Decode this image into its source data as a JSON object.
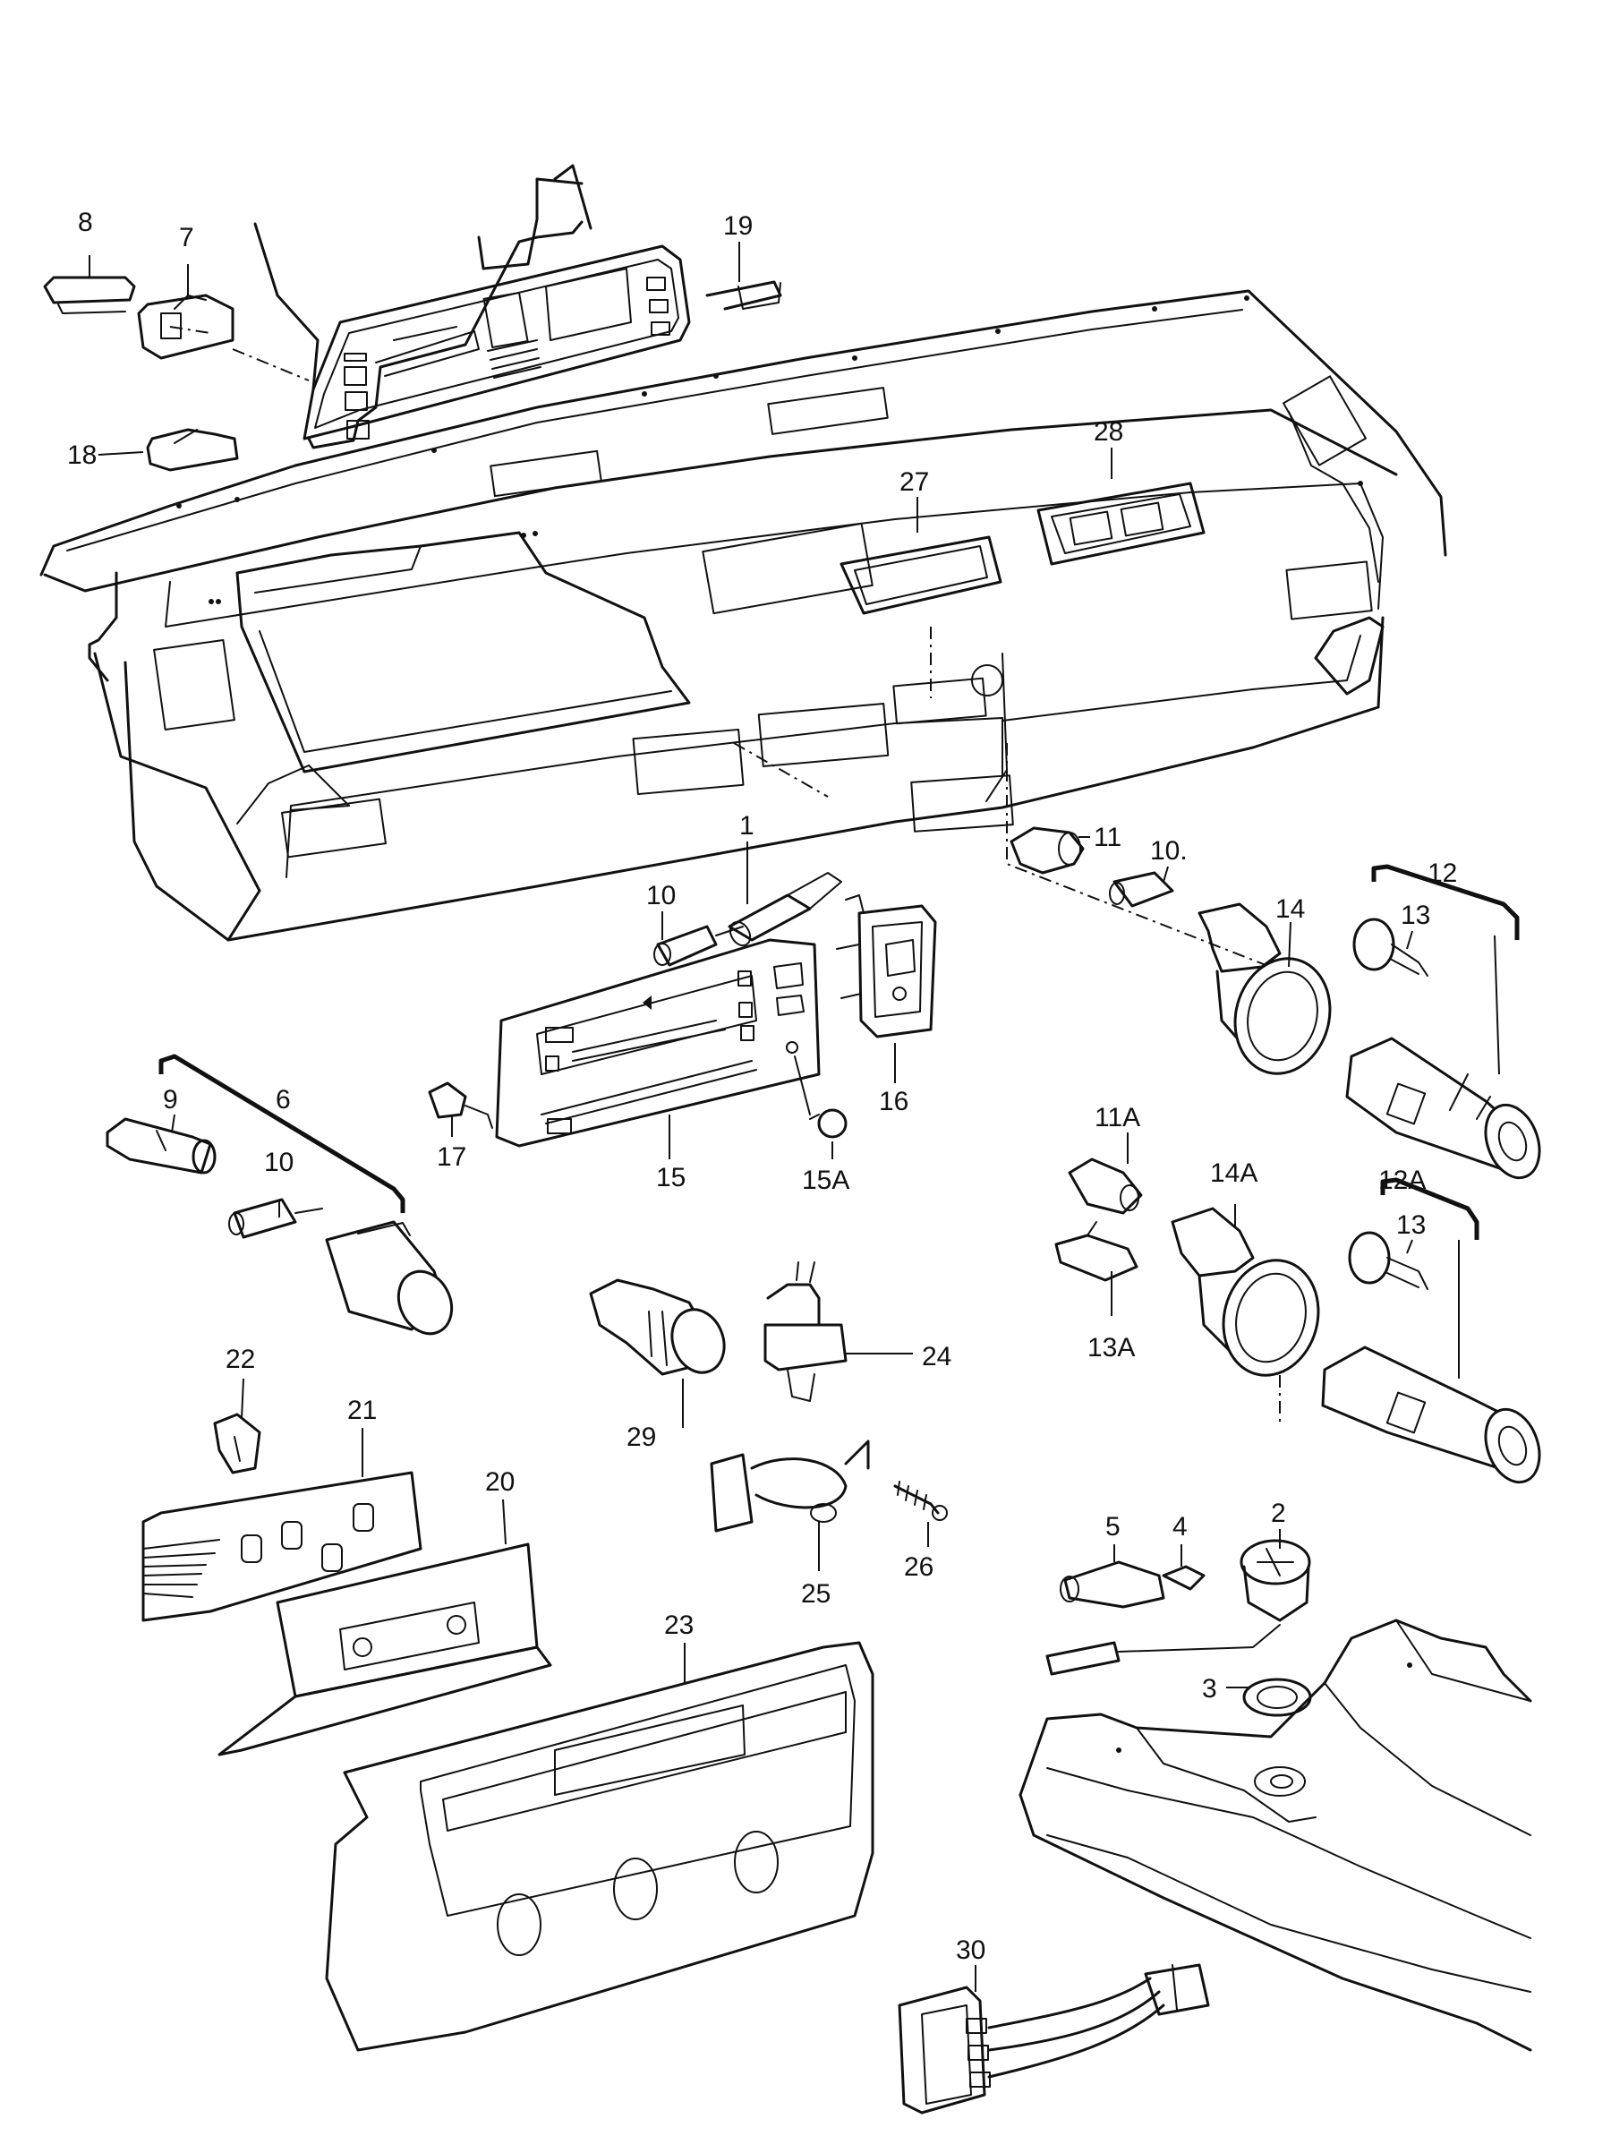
{
  "diagram": {
    "callouts": [
      {
        "id": "8",
        "label": "8"
      },
      {
        "id": "7",
        "label": "7"
      },
      {
        "id": "19",
        "label": "19"
      },
      {
        "id": "18",
        "label": "18"
      },
      {
        "id": "28",
        "label": "28"
      },
      {
        "id": "27",
        "label": "27"
      },
      {
        "id": "11",
        "label": "11"
      },
      {
        "id": "10a",
        "label": "10."
      },
      {
        "id": "12",
        "label": "12"
      },
      {
        "id": "13a",
        "label": "13"
      },
      {
        "id": "14",
        "label": "14"
      },
      {
        "id": "1",
        "label": "1"
      },
      {
        "id": "10b",
        "label": "10"
      },
      {
        "id": "16",
        "label": "16"
      },
      {
        "id": "9",
        "label": "9"
      },
      {
        "id": "6",
        "label": "6"
      },
      {
        "id": "10c",
        "label": "10"
      },
      {
        "id": "17",
        "label": "17"
      },
      {
        "id": "15",
        "label": "15"
      },
      {
        "id": "15A",
        "label": "15A"
      },
      {
        "id": "11A",
        "label": "11A"
      },
      {
        "id": "14A",
        "label": "14A"
      },
      {
        "id": "12A",
        "label": "12A"
      },
      {
        "id": "13b",
        "label": "13"
      },
      {
        "id": "13A",
        "label": "13A"
      },
      {
        "id": "22",
        "label": "22"
      },
      {
        "id": "21",
        "label": "21"
      },
      {
        "id": "20",
        "label": "20"
      },
      {
        "id": "29",
        "label": "29"
      },
      {
        "id": "24",
        "label": "24"
      },
      {
        "id": "25",
        "label": "25"
      },
      {
        "id": "26",
        "label": "26"
      },
      {
        "id": "5",
        "label": "5"
      },
      {
        "id": "4",
        "label": "4"
      },
      {
        "id": "2",
        "label": "2"
      },
      {
        "id": "3",
        "label": "3"
      },
      {
        "id": "23",
        "label": "23"
      },
      {
        "id": "30",
        "label": "30"
      }
    ]
  }
}
